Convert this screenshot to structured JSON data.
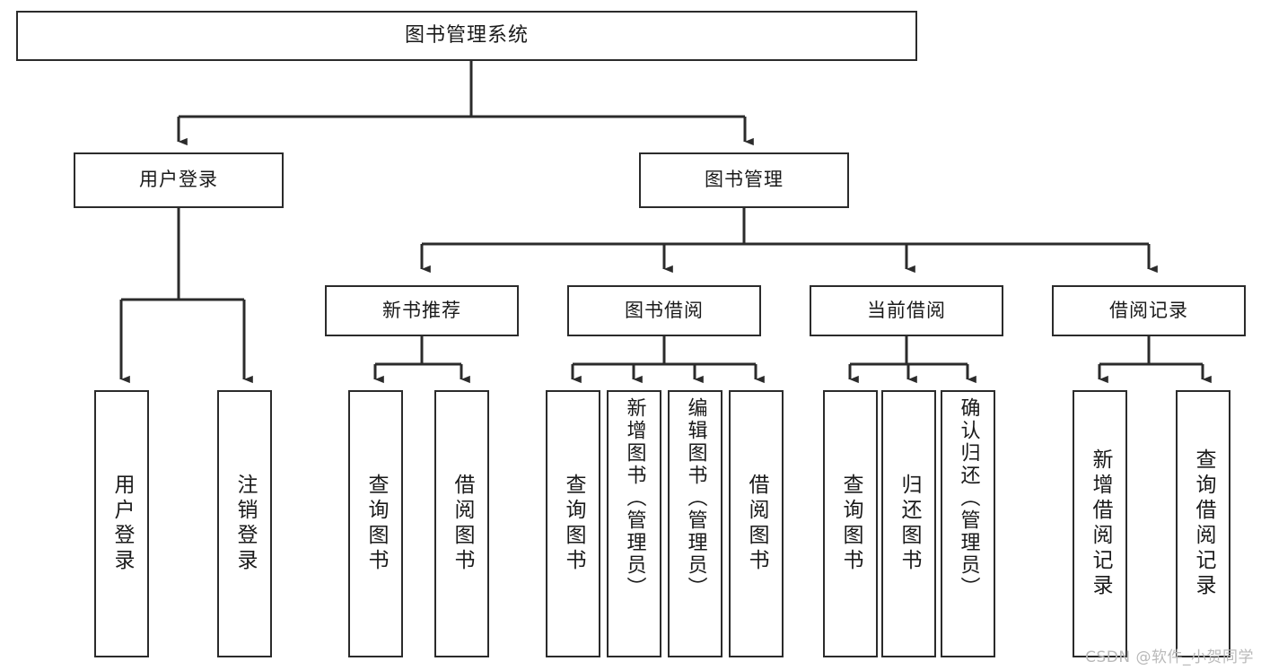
{
  "diagram": {
    "type": "tree-hierarchy-chart",
    "title": "图书管理系统",
    "watermark": "CSDN @软件_小贺同学",
    "colors": {
      "box_border": "#2b2b2b",
      "box_fill": "#ffffff",
      "connector": "#2b2b2b",
      "text": "#1a1a1a",
      "watermark": "#b9b9b9",
      "background": "#ffffff"
    },
    "root": {
      "label": "图书管理系统"
    },
    "level2": [
      {
        "label": "用户登录"
      },
      {
        "label": "图书管理"
      }
    ],
    "level3": [
      {
        "label": "新书推荐"
      },
      {
        "label": "图书借阅"
      },
      {
        "label": "当前借阅"
      },
      {
        "label": "借阅记录"
      }
    ],
    "leaves": {
      "user_login": [
        {
          "label": "用户登录"
        },
        {
          "label": "注销登录"
        }
      ],
      "new_book_recommend": [
        {
          "label": "查询图书"
        },
        {
          "label": "借阅图书"
        }
      ],
      "book_borrow": [
        {
          "label": "查询图书"
        },
        {
          "label": "新增图书（管理员）"
        },
        {
          "label": "编辑图书（管理员）"
        },
        {
          "label": "借阅图书"
        }
      ],
      "current_borrow": [
        {
          "label": "查询图书"
        },
        {
          "label": "归还图书"
        },
        {
          "label": "确认归还（管理员）"
        }
      ],
      "borrow_records": [
        {
          "label": "新增借阅记录"
        },
        {
          "label": "查询借阅记录"
        }
      ]
    }
  }
}
